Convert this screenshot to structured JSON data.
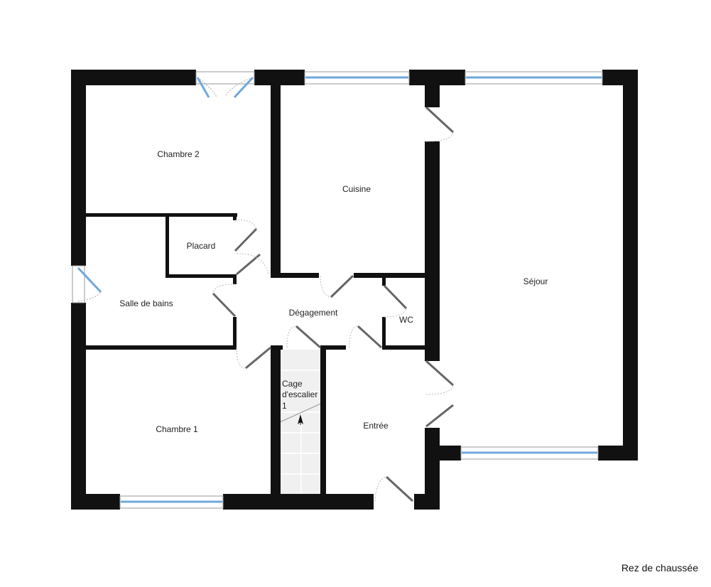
{
  "plan": {
    "rooms": {
      "chambre2": "Chambre 2",
      "cuisine": "Cuisine",
      "sejour": "Séjour",
      "placard": "Placard",
      "salle_de_bains": "Salle de bains",
      "degagement": "Dégagement",
      "wc": "WC",
      "cage_line1": "Cage",
      "cage_line2": "d'escalier",
      "cage_line3": "1",
      "entree": "Entrée",
      "chambre1": "Chambre 1"
    },
    "floor_name": "Rez de chaussée"
  },
  "colors": {
    "wall": "#111111",
    "window_glass": "#6fa8dc",
    "door_leaf": "#666666",
    "stair_fill": "#f0f0f0"
  }
}
